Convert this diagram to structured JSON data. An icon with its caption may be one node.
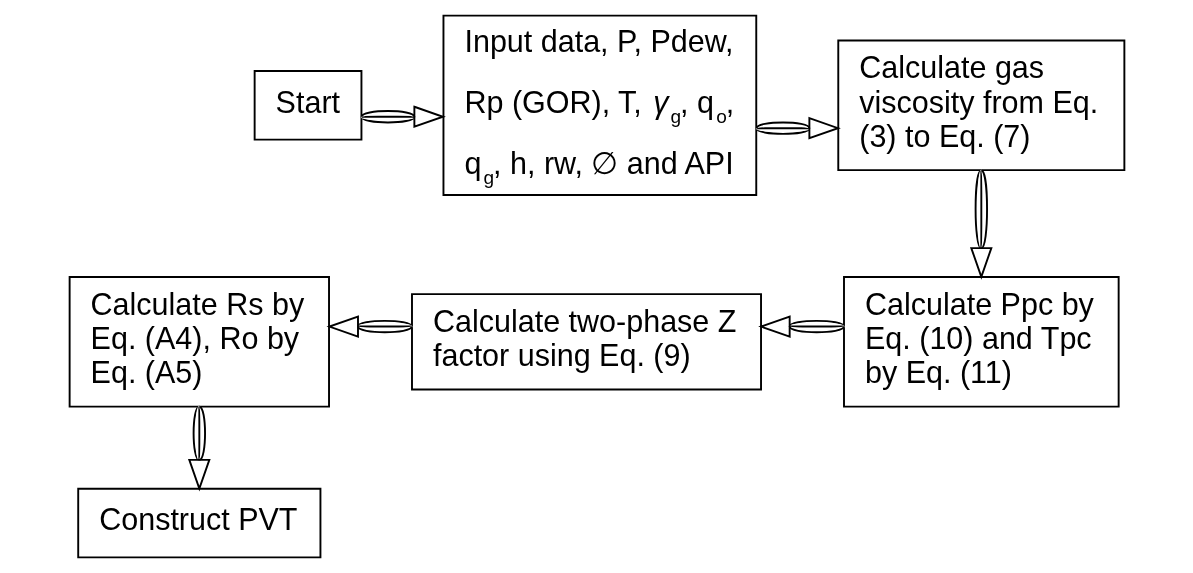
{
  "diagram": {
    "nodes": [
      {
        "text": [
          "Start"
        ]
      },
      {
        "text": [
          "Input data, P, Pdew, Rp (GOR), T, *γ*$_{g}$, q$_{o}$, q$_{g}$, h, rw, ∅ and API"
        ]
      },
      {
        "text": [
          "Calculate gas viscosity from Eq. (3) to Eq. (7)"
        ]
      },
      {
        "text": [
          "Calculate Ppc by Eq. (10) and Tpc by Eq. (11)"
        ]
      },
      {
        "text": [
          "Calculate two-phase Z factor using Eq. (9)"
        ]
      },
      {
        "text": [
          "Calculate Rs by Eq. (A4), Ro by Eq. (A5)"
        ]
      },
      {
        "text": [
          "Construct PVT"
        ]
      }
    ],
    "edges": [
      {
        "from": 0,
        "to": 1,
        "arrow": "to"
      },
      {
        "from": 1,
        "to": 2,
        "arrow": "to"
      },
      {
        "from": 2,
        "to": 3,
        "arrow": "to"
      },
      {
        "from": 3,
        "to": 4,
        "arrow": "to"
      },
      {
        "from": 4,
        "to": 5,
        "arrow": "to"
      },
      {
        "from": 5,
        "to": 6,
        "arrow": "to"
      }
    ]
  }
}
